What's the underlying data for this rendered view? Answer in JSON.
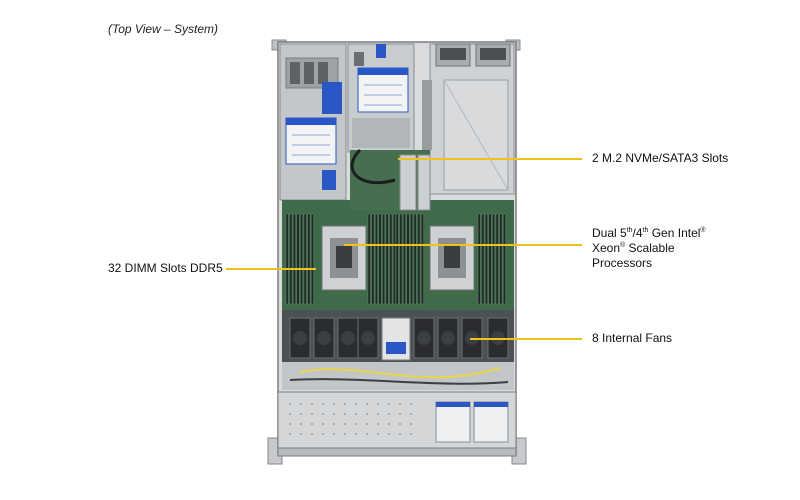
{
  "caption": "(Top View – System)",
  "labels": {
    "m2": "2 M.2 NVMe/SATA3 Slots",
    "cpu": {
      "line1_a": "Dual 5",
      "sup1": "th",
      "line1_b": "/4",
      "sup2": "th",
      "line1_c": " Gen Intel",
      "reg1": "®",
      "line2_a": "Xeon",
      "reg2": "®",
      "line2_b": " Scalable",
      "line3": "Processors"
    },
    "dimm": "32 DIMM Slots DDR5",
    "fans": "8 Internal  Fans"
  },
  "colors": {
    "leader": "#f1c21b",
    "chassis": "#d9dbdd",
    "board": "#3f6b4a",
    "fan": "#2a2c30",
    "label_blue": "#2a56c6"
  }
}
